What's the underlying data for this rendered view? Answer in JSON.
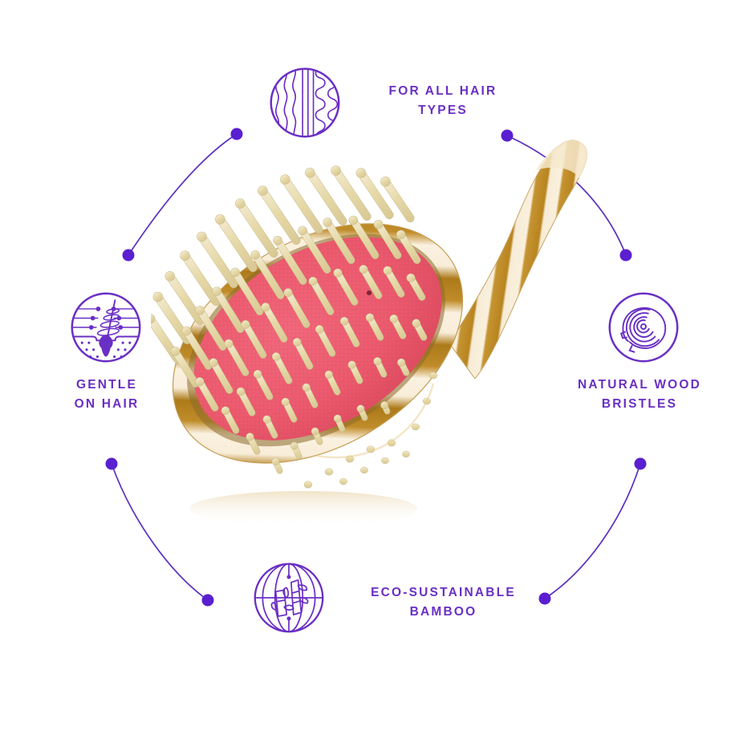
{
  "page": {
    "type": "product-feature-infographic",
    "background_color": "#ffffff",
    "accent_color": "#6a2fc4",
    "dot_color": "#5a1fd0"
  },
  "product": {
    "name": "bamboo-hair-brush",
    "handle_light_color": "#f6e7bc",
    "handle_dark_color": "#c08a2e",
    "cushion_color": "#ec5a6e",
    "bristle_color": "#ece0b4",
    "frame_color": "#d8ae5e"
  },
  "features": [
    {
      "id": "for-all-hair-types",
      "icon": "hair-types-icon",
      "label": "FOR ALL HAIR\nTYPES"
    },
    {
      "id": "gentle-on-hair",
      "icon": "hair-follicle-icon",
      "label": "GENTLE\nON HAIR"
    },
    {
      "id": "natural-wood-bristles",
      "icon": "wood-rings-icon",
      "label": "NATURAL WOOD\nBRISTLES"
    },
    {
      "id": "eco-sustainable-bamboo",
      "icon": "bamboo-globe-icon",
      "label": "ECO-SUSTAINABLE\nBAMBOO"
    }
  ],
  "connectors": [
    {
      "id": "connector-upper-left",
      "from": "gentle-on-hair",
      "to": "for-all-hair-types"
    },
    {
      "id": "connector-upper-right",
      "from": "for-all-hair-types",
      "to": "natural-wood-bristles"
    },
    {
      "id": "connector-lower-left",
      "from": "gentle-on-hair",
      "to": "eco-sustainable-bamboo"
    },
    {
      "id": "connector-lower-right",
      "from": "eco-sustainable-bamboo",
      "to": "natural-wood-bristles"
    }
  ]
}
